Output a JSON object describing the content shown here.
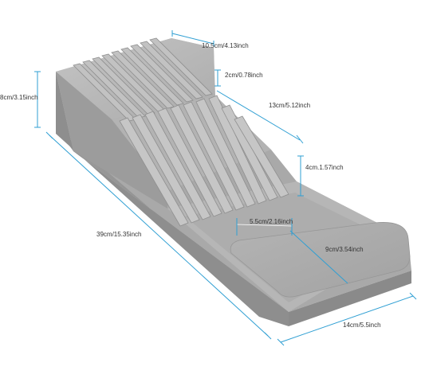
{
  "colors": {
    "tray_light": "#b9b9b9",
    "tray_mid": "#a6a6a6",
    "tray_dark": "#8c8c8c",
    "dimension_line": "#2f9fd3",
    "text": "#333333"
  },
  "dimensions": {
    "top_width": "10.5cm/4.13inch",
    "step_height": "2cm/0.78inch",
    "back_height": "8cm/3.15inch",
    "upper_slot_length": "13cm/5.12inch",
    "front_height": "4cm.1.57inch",
    "front_slot_width": "5.5cm/2.16inch",
    "total_length": "39cm/15.35inch",
    "pad_length": "9cm/3.54inch",
    "base_width": "14cm/5.5inch"
  }
}
